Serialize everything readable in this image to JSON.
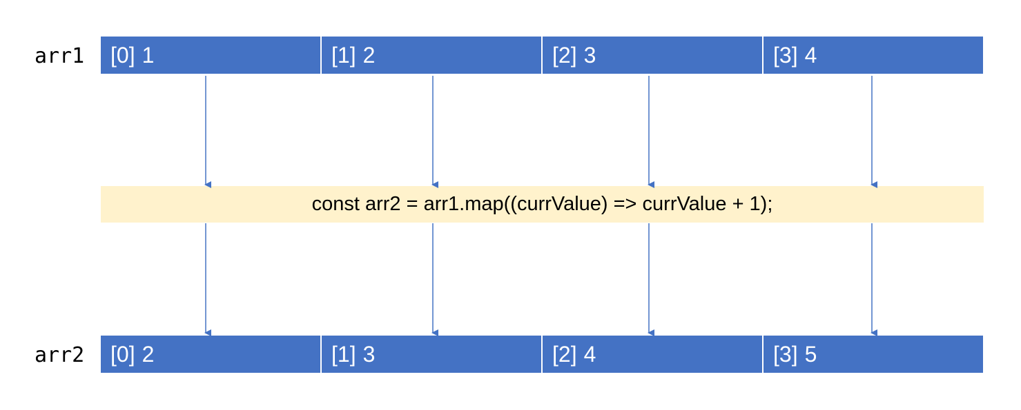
{
  "arr1": {
    "label": "arr1",
    "cells": [
      {
        "index": "[0]",
        "value": "1"
      },
      {
        "index": "[1]",
        "value": "2"
      },
      {
        "index": "[2]",
        "value": "3"
      },
      {
        "index": "[3]",
        "value": "4"
      }
    ]
  },
  "code": "const arr2 = arr1.map((currValue) => currValue + 1);",
  "arr2": {
    "label": "arr2",
    "cells": [
      {
        "index": "[0]",
        "value": "2"
      },
      {
        "index": "[1]",
        "value": "3"
      },
      {
        "index": "[2]",
        "value": "4"
      },
      {
        "index": "[3]",
        "value": "5"
      }
    ]
  },
  "colors": {
    "cell_fill": "#4472c4",
    "code_fill": "#fff2cc",
    "arrow": "#4472c4"
  }
}
